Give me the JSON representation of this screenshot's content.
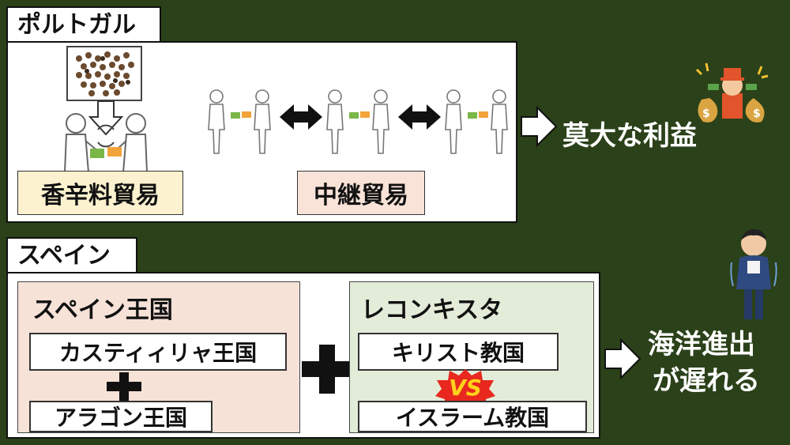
{
  "portugal": {
    "title": "ポルトガル",
    "spice_trade": "香辛料貿易",
    "relay_trade": "中継貿易",
    "result": "莫大な利益"
  },
  "spain": {
    "title": "スペイン",
    "kingdom_box": {
      "title": "スペイン王国",
      "item1": "カスティィリャ王国",
      "item2": "アラゴン王国"
    },
    "reconquista_box": {
      "title": "レコンキスタ",
      "item1": "キリスト教国",
      "vs": "VS",
      "item2": "イスラーム教国"
    },
    "result_line1": "海洋進出",
    "result_line2": "が遅れる"
  },
  "colors": {
    "background": "#2b4119",
    "spice_label": "#fdf2cf",
    "relay_label": "#f9e3d8",
    "spain_box": "#f7e2d8",
    "reconquista_box": "#e3ecd9",
    "vs_badge": "#e8281e",
    "vs_text": "#ffd21a"
  }
}
